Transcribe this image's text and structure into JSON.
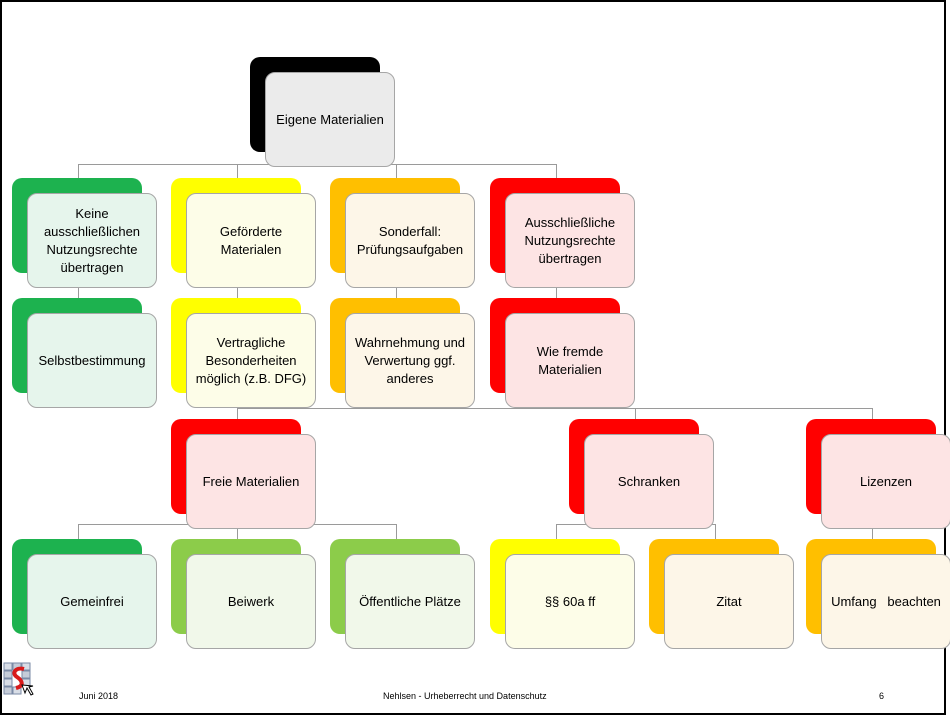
{
  "colors": {
    "black": "#000000",
    "green": "#1db24f",
    "lightgreen": "#8ccc4a",
    "yellow": "#ffff00",
    "orange": "#ffbf00",
    "red": "#ff0000"
  },
  "nodes": {
    "root": {
      "label": "Eigene Materialien"
    },
    "keine": {
      "label": "Keine\nausschließlichen\nNutzungsrechte\nübertragen"
    },
    "gefoerdert": {
      "label": "Geförderte\nMaterialen"
    },
    "sonderfall": {
      "label": "Sonderfall:\nPrüfungsaufgaben"
    },
    "ausschliessliche": {
      "label": "Ausschließliche\nNutzungsrechte\nübertragen"
    },
    "selbstbestimmung": {
      "label": "Selbstbestimmung"
    },
    "vertragliche": {
      "label": "Vertragliche\nBesonderheiten\nmöglich (z.B. DFG)"
    },
    "wahrnehmung": {
      "label": "Wahrnehmung und\nVerwertung ggf.\nanderes"
    },
    "wie_fremde": {
      "label": "Wie fremde\nMaterialien"
    },
    "freie": {
      "label": "Freie Materialien"
    },
    "schranken": {
      "label": "Schranken"
    },
    "lizenzen": {
      "label": "Lizenzen"
    },
    "gemeinfrei": {
      "label": "Gemeinfrei"
    },
    "beiwerk": {
      "label": "Beiwerk"
    },
    "oeffentliche": {
      "label": "Öffentliche Plätze"
    },
    "paragraph": {
      "label": "§§ 60a ff"
    },
    "zitat": {
      "label": "Zitat"
    },
    "umfang": {
      "label": "Umfang   beachten"
    }
  },
  "footer": {
    "date": "Juni 2018",
    "title": "Nehlsen - Urheberrecht und Datenschutz",
    "page": "6"
  },
  "logo_icon": "university-logo-icon"
}
